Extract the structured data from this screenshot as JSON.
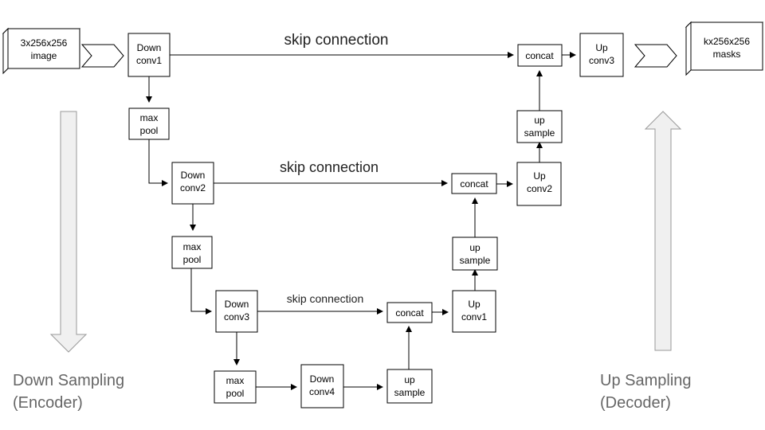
{
  "input": {
    "line1": "3x256x256",
    "line2": "image"
  },
  "output": {
    "line1": "kx256x256",
    "line2": "masks"
  },
  "blocks": {
    "down_conv1": {
      "line1": "Down",
      "line2": "conv1"
    },
    "max_pool1": {
      "line1": "max",
      "line2": "pool"
    },
    "down_conv2": {
      "line1": "Down",
      "line2": "conv2"
    },
    "max_pool2": {
      "line1": "max",
      "line2": "pool"
    },
    "down_conv3": {
      "line1": "Down",
      "line2": "conv3"
    },
    "max_pool3": {
      "line1": "max",
      "line2": "pool"
    },
    "down_conv4": {
      "line1": "Down",
      "line2": "conv4"
    },
    "up_sample1": {
      "line1": "up",
      "line2": "sample"
    },
    "concat1": {
      "line1": "concat"
    },
    "up_conv1": {
      "line1": "Up",
      "line2": "conv1"
    },
    "up_sample2": {
      "line1": "up",
      "line2": "sample"
    },
    "concat2": {
      "line1": "concat"
    },
    "up_conv2": {
      "line1": "Up",
      "line2": "conv2"
    },
    "up_sample3": {
      "line1": "up",
      "line2": "sample"
    },
    "concat3": {
      "line1": "concat"
    },
    "up_conv3": {
      "line1": "Up",
      "line2": "conv3"
    }
  },
  "skip_labels": {
    "top": "skip connection",
    "middle": "skip connection",
    "bottom": "skip connection"
  },
  "sides": {
    "encoder_line1": "Down Sampling",
    "encoder_line2": "(Encoder)",
    "decoder_line1": "Up Sampling",
    "decoder_line2": "(Decoder)"
  }
}
